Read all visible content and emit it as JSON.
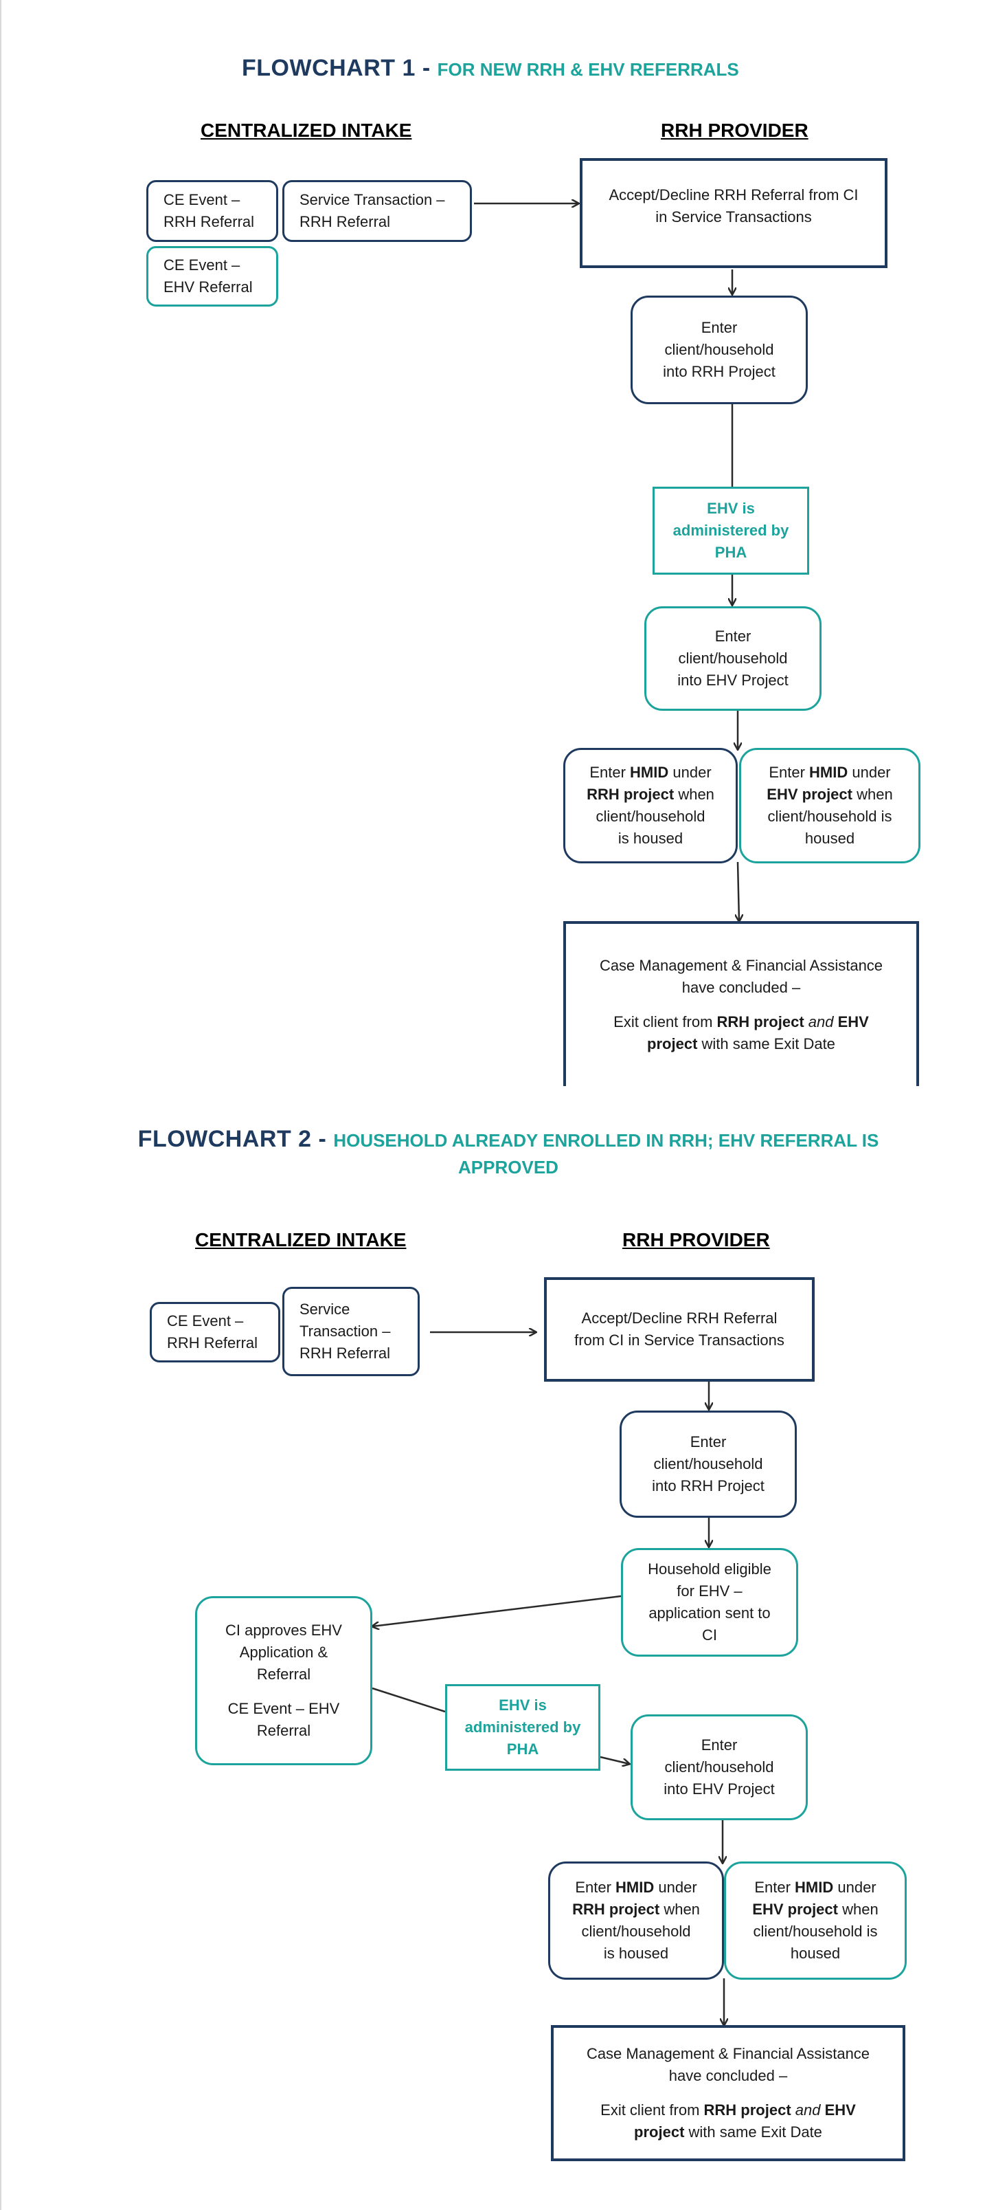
{
  "flowchart1": {
    "title_main": "FLOWCHART 1 - ",
    "title_sub": "FOR NEW RRH & EHV REFERRALS",
    "hdr_ci": "CENTRALIZED INTAKE",
    "hdr_rrh": "RRH PROVIDER",
    "ce_rrh_1": "CE Event –",
    "ce_rrh_2": "RRH Referral",
    "service_1": "Service Transaction –",
    "service_2": "RRH Referral",
    "ce_ehv_1": "CE Event –",
    "ce_ehv_2": "EHV Referral",
    "accept_1": "Accept/Decline RRH Referral from CI",
    "accept_2": "in Service Transactions",
    "enter_rrh_1": "Enter",
    "enter_rrh_2": "client/household",
    "enter_rrh_3": "into RRH Project",
    "pha_1": "EHV is",
    "pha_2": "administered by",
    "pha_3": "PHA",
    "enter_ehv_1": "Enter",
    "enter_ehv_2": "client/household",
    "enter_ehv_3": "into EHV Project",
    "hmid_rrh": {
      "pre": "Enter ",
      "b1": "HMID",
      "mid1": " under",
      "b2": "RRH project",
      "mid2": " when",
      "l3": "client/household",
      "l4": "is housed"
    },
    "hmid_ehv": {
      "pre": "Enter ",
      "b1": "HMID",
      "mid1": " under",
      "b2": "EHV project",
      "mid2": " when",
      "l3": "client/household is",
      "l4": "housed"
    },
    "case": {
      "l1": "Case Management & Financial Assistance",
      "l2": "have concluded –",
      "l3pre": "Exit client from ",
      "l3b": "RRH project",
      "l3i": " and",
      "l3b2": " EHV",
      "l4b": "project",
      "l4post": " with same Exit Date"
    }
  },
  "flowchart2": {
    "title_main": "FLOWCHART 2 - ",
    "title_sub1": "HOUSEHOLD ALREADY ENROLLED IN RRH; EHV REFERRAL IS",
    "title_sub2": "APPROVED",
    "hdr_ci": "CENTRALIZED INTAKE",
    "hdr_rrh": "RRH PROVIDER",
    "ce_rrh_1": "CE Event –",
    "ce_rrh_2": "RRH Referral",
    "service_1": "Service",
    "service_2": "Transaction –",
    "service_3": "RRH Referral",
    "accept_1": "Accept/Decline RRH Referral",
    "accept_2": "from CI in Service Transactions",
    "enter_rrh_1": "Enter",
    "enter_rrh_2": "client/household",
    "enter_rrh_3": "into RRH Project",
    "eligible_1": "Household eligible",
    "eligible_2": "for EHV –",
    "eligible_3": "application sent to",
    "eligible_4": "CI",
    "ci_approves_1": "CI approves EHV",
    "ci_approves_2": "Application &",
    "ci_approves_3": "Referral",
    "ci_approves_4": "CE Event – EHV",
    "ci_approves_5": "Referral",
    "pha_1": "EHV is",
    "pha_2": "administered by",
    "pha_3": "PHA",
    "enter_ehv_1": "Enter",
    "enter_ehv_2": "client/household",
    "enter_ehv_3": "into EHV Project",
    "hmid_rrh": {
      "pre": "Enter ",
      "b1": "HMID",
      "mid1": " under",
      "b2": "RRH project",
      "mid2": " when",
      "l3": "client/household",
      "l4": "is housed"
    },
    "hmid_ehv": {
      "pre": "Enter ",
      "b1": "HMID",
      "mid1": " under",
      "b2": "EHV project",
      "mid2": " when",
      "l3": "client/household is",
      "l4": "housed"
    },
    "case": {
      "l1": "Case Management & Financial Assistance",
      "l2": "have concluded –",
      "l3pre": "Exit client from ",
      "l3b": "RRH project",
      "l3i": " and",
      "l3b2": " EHV",
      "l4b": "project",
      "l4post": " with same Exit Date"
    }
  },
  "colors": {
    "navy": "#1f3a5f",
    "teal": "#1ba39c"
  }
}
